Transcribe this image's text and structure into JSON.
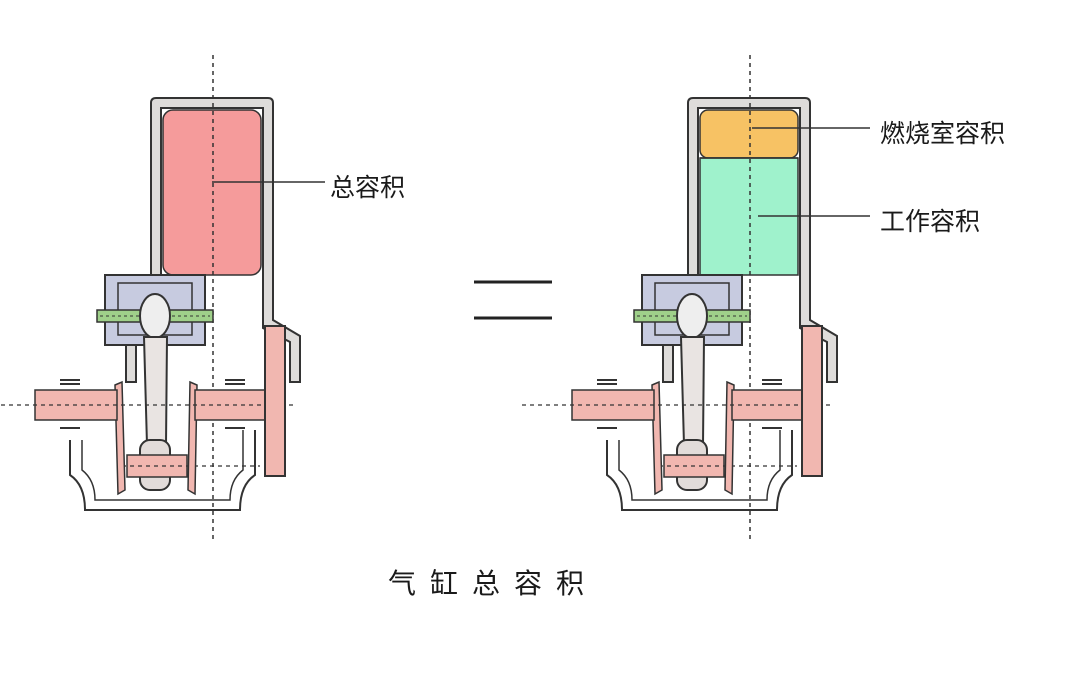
{
  "diagram": {
    "title": "气缸总容积",
    "left": {
      "label_total": "总容积"
    },
    "right": {
      "label_combustion": "燃烧室容积",
      "label_working": "工作容积"
    }
  },
  "colors": {
    "total_volume": "#f59b9b",
    "combustion_chamber": "#f7c264",
    "working_volume": "#9ff2cc",
    "piston": "#c7cbe0",
    "crank_pink": "#f1b7b0",
    "wall": "#dedcda",
    "outline": "#333333"
  }
}
